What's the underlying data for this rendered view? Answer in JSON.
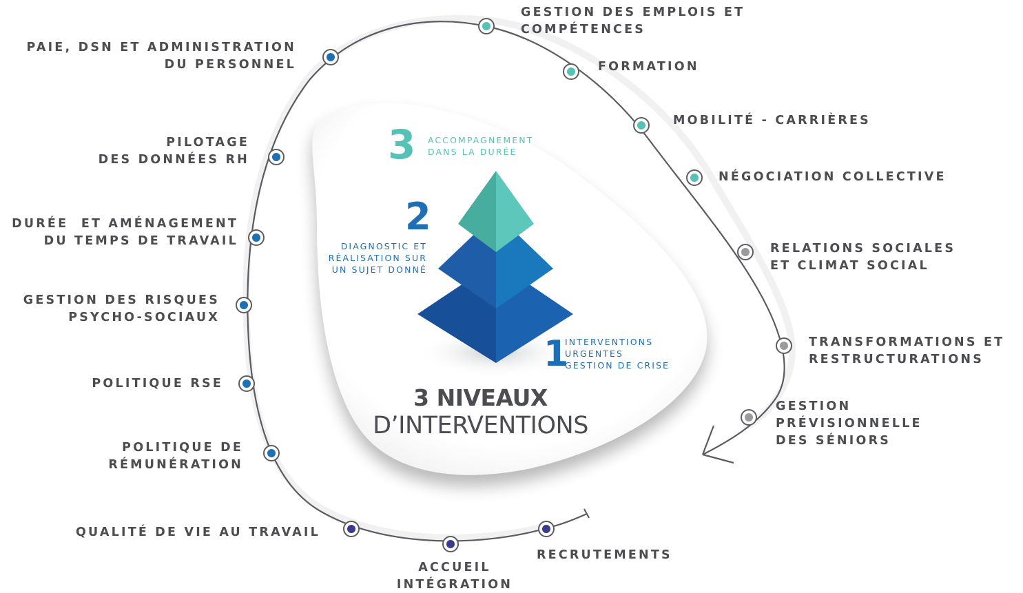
{
  "colors": {
    "teal": "#56c1b5",
    "blue": "#1f6fb5",
    "navy": "#3b3a8e",
    "gray": "#9a9a9a",
    "label": "#4c4d51",
    "loop_line": "#5b5c62",
    "pyramid_top_light": "#5cc7ba",
    "pyramid_top_dark": "#47ae9f",
    "pyramid_mid_light": "#1a73b8",
    "pyramid_mid_dark": "#1f5da8",
    "pyramid_base_light": "#1b5aa6",
    "pyramid_base_dark": "#174f98"
  },
  "topics": [
    {
      "id": "gestion-emplois",
      "label": "GESTION DES EMPLOIS ET\nCOMPÉTENCES",
      "color_key": "teal"
    },
    {
      "id": "formation",
      "label": "FORMATION",
      "color_key": "teal"
    },
    {
      "id": "mobilite",
      "label": "MOBILITÉ - CARRIÈRES",
      "color_key": "teal"
    },
    {
      "id": "negociation",
      "label": "NÉGOCIATION COLLECTIVE",
      "color_key": "teal"
    },
    {
      "id": "relations-sociales",
      "label": "RELATIONS SOCIALES\nET CLIMAT SOCIAL",
      "color_key": "gray"
    },
    {
      "id": "transformations",
      "label": "TRANSFORMATIONS ET\nRESTRUCTURATIONS",
      "color_key": "gray"
    },
    {
      "id": "gestion-seniors",
      "label": "GESTION\nPRÉVISIONNELLE\nDES SÉNIORS",
      "color_key": "gray"
    },
    {
      "id": "paie",
      "label": "PAIE, DSN ET ADMINISTRATION\nDU PERSONNEL",
      "color_key": "blue"
    },
    {
      "id": "pilotage",
      "label": "PILOTAGE\nDES DONNÉES RH",
      "color_key": "blue"
    },
    {
      "id": "duree-temps",
      "label": "DURÉE  ET AMÉNAGEMENT\nDU TEMPS DE TRAVAIL",
      "color_key": "blue"
    },
    {
      "id": "risques-psycho",
      "label": "GESTION DES RISQUES\nPSYCHO-SOCIAUX",
      "color_key": "blue"
    },
    {
      "id": "rse",
      "label": "POLITIQUE RSE",
      "color_key": "blue"
    },
    {
      "id": "remuneration",
      "label": "POLITIQUE DE\nRÉMUNÉRATION",
      "color_key": "blue"
    },
    {
      "id": "qualite-vie",
      "label": "QUALITÉ DE VIE AU TRAVAIL",
      "color_key": "navy"
    },
    {
      "id": "accueil",
      "label": "ACCUEIL\nINTÉGRATION",
      "color_key": "navy"
    },
    {
      "id": "recrutements",
      "label": "RECRUTEMENTS",
      "color_key": "navy"
    }
  ],
  "levels": {
    "level3": {
      "number": "3",
      "text": "ACCOMPAGNEMENT\nDANS LA DURÉE"
    },
    "level2": {
      "number": "2",
      "text": "DIAGNOSTIC ET\nRÉALISATION SUR\nUN SUJET DONNÉ"
    },
    "level1": {
      "number": "1",
      "text": "INTERVENTIONS\nURGENTES\nGESTION DE CRISE"
    }
  },
  "title": {
    "main": "3 NIVEAUX",
    "sub": "D’INTERVENTIONS"
  }
}
